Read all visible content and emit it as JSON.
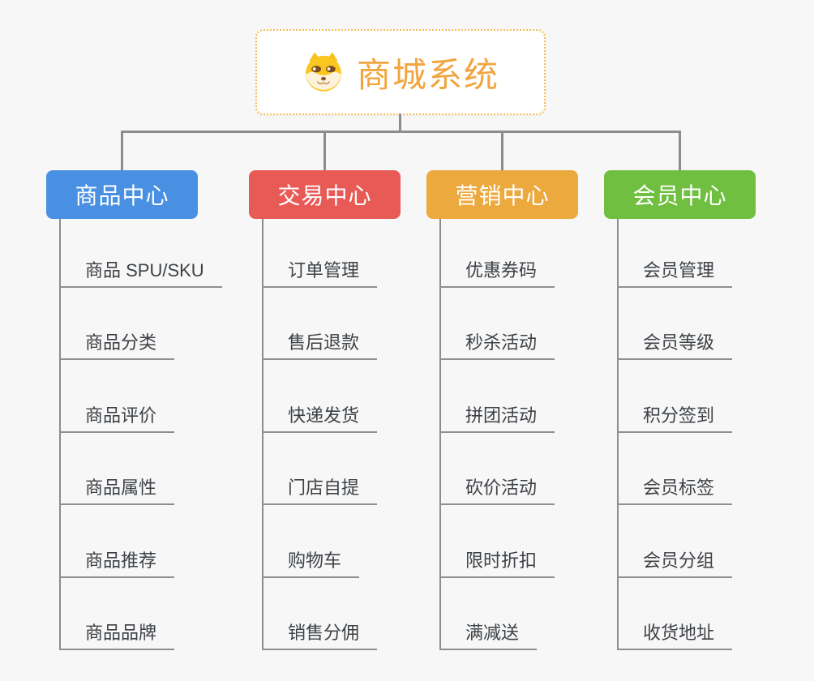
{
  "root": {
    "title": "商城系统",
    "icon": "shiba-dog-icon",
    "text_color": "#f0a53e",
    "border_color": "#f5bb54",
    "background": "#ffffff"
  },
  "branches": [
    {
      "label": "商品中心",
      "color": "#4a90e2",
      "items": [
        "商品 SPU/SKU",
        "商品分类",
        "商品评价",
        "商品属性",
        "商品推荐",
        "商品品牌"
      ]
    },
    {
      "label": "交易中心",
      "color": "#e85a55",
      "items": [
        "订单管理",
        "售后退款",
        "快递发货",
        "门店自提",
        "购物车",
        "销售分佣"
      ]
    },
    {
      "label": "营销中心",
      "color": "#eca93d",
      "items": [
        "优惠券码",
        "秒杀活动",
        "拼团活动",
        "砍价活动",
        "限时折扣",
        "满减送"
      ]
    },
    {
      "label": "会员中心",
      "color": "#70bf41",
      "items": [
        "会员管理",
        "会员等级",
        "积分签到",
        "会员标签",
        "会员分组",
        "收货地址"
      ]
    }
  ],
  "colors": {
    "page_background": "#f7f7f7",
    "connector": "#8c8c8c",
    "leaf_underline": "#8f8f8f",
    "leaf_text": "#3d4145"
  }
}
